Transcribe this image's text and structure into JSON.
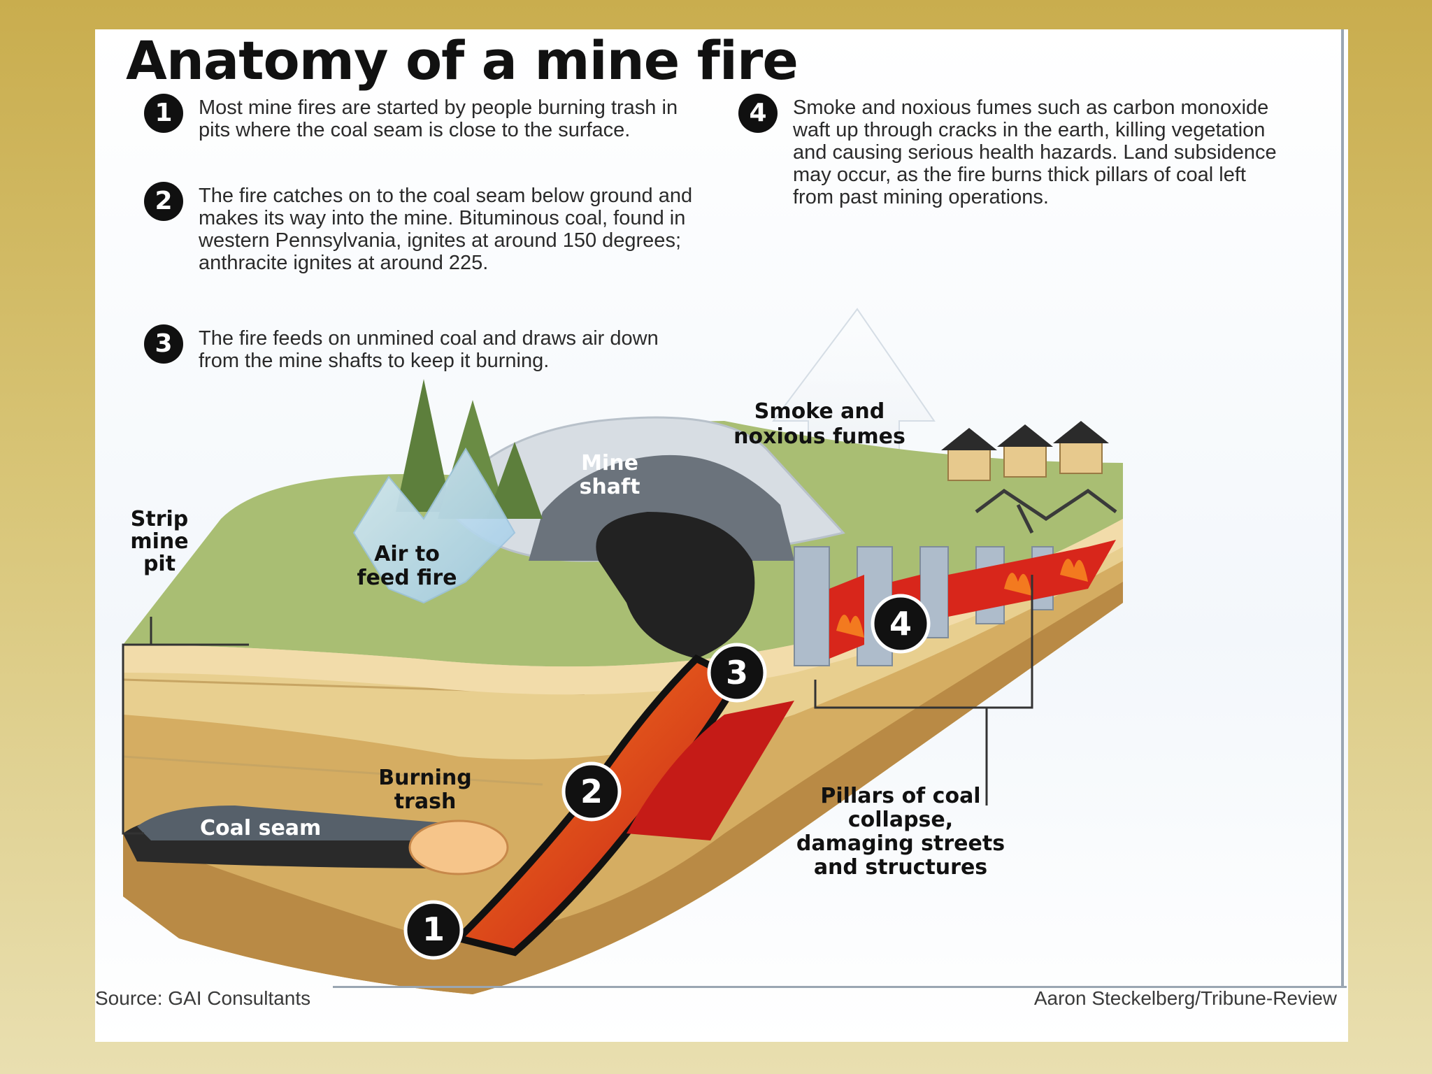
{
  "title": "Anatomy of a mine fire",
  "steps": [
    {
      "num": "1",
      "text": "Most mine fires are started by people burning trash in pits where the coal seam is close to the surface."
    },
    {
      "num": "2",
      "text": "The fire catches on to the coal seam below ground and makes its way into the mine. Bituminous coal, found in western Pennsylvania, ignites at around 150 degrees; anthracite ignites at around 225."
    },
    {
      "num": "3",
      "text": "The fire feeds on unmined coal and draws air down from the mine shafts to keep it burning."
    },
    {
      "num": "4",
      "text": "Smoke and noxious fumes such as carbon monoxide waft up through cracks in the earth, killing vegetation and causing serious health hazards. Land subsidence may occur, as the fire burns thick pillars of coal left from past mining operations."
    }
  ],
  "labels": {
    "strip_mine_pit": [
      "Strip",
      "mine",
      "pit"
    ],
    "air_to_feed_fire": [
      "Air to",
      "feed fire"
    ],
    "mine_shaft": [
      "Mine",
      "shaft"
    ],
    "smoke_fumes": [
      "Smoke and",
      "noxious fumes"
    ],
    "burning_trash": [
      "Burning",
      "trash"
    ],
    "coal_seam": "Coal seam",
    "pillars": [
      "Pillars of coal",
      "collapse,",
      "damaging streets",
      "and structures"
    ]
  },
  "markers": [
    "1",
    "2",
    "3",
    "4"
  ],
  "footer": {
    "source": "Source: GAI Consultants",
    "credit": "Aaron Steckelberg/Tribune-Review"
  },
  "colors": {
    "earth_light": "#efd9a0",
    "earth_mid": "#d9b56e",
    "grass": "#9cb56b",
    "coal": "#1b1b1b",
    "fire": "#d8261b",
    "flame": "#f37a1f",
    "pillar": "#aebccb",
    "smoke": "#e9eef3"
  }
}
